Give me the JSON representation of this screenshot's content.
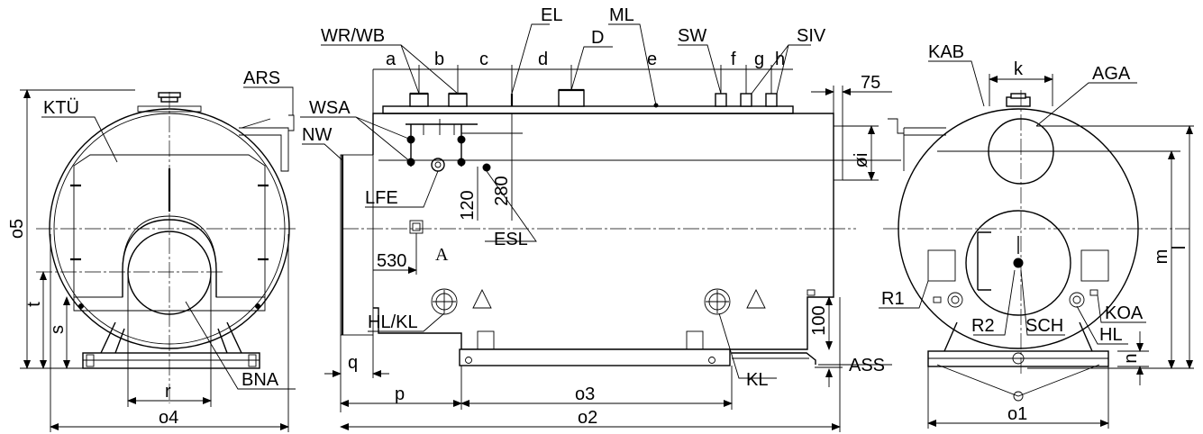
{
  "labels": {
    "wr_wb": "WR/WB",
    "el": "EL",
    "ml": "ML",
    "sw": "SW",
    "siv": "SIV",
    "kab": "KAB",
    "ars": "ARS",
    "a": "a",
    "b": "b",
    "c": "c",
    "d": "d",
    "d_upper": "D",
    "e": "e",
    "f": "f",
    "g": "g",
    "h": "h",
    "k": "k",
    "aga": "AGA",
    "d75": "75",
    "kt": "KTÜ",
    "wsa": "WSA",
    "nw": "NW",
    "oi": "øi",
    "o5": "o5",
    "lfe": "LFE",
    "d120": "120",
    "d280": "280",
    "m": "m",
    "l": "l",
    "esl": "ESL",
    "d530": "530",
    "a_mark": "A",
    "r1": "R1",
    "r2": "R2",
    "sch": "SCH",
    "koa": "KOA",
    "hl": "HL",
    "t": "t",
    "s": "s",
    "hl_kl": "HL/KL",
    "d100": "100",
    "n": "n",
    "q": "q",
    "ass": "ASS",
    "r": "r",
    "bna": "BNA",
    "p": "p",
    "o3": "o3",
    "kl": "KL",
    "o1": "o1",
    "o4": "o4",
    "o2": "o2"
  }
}
